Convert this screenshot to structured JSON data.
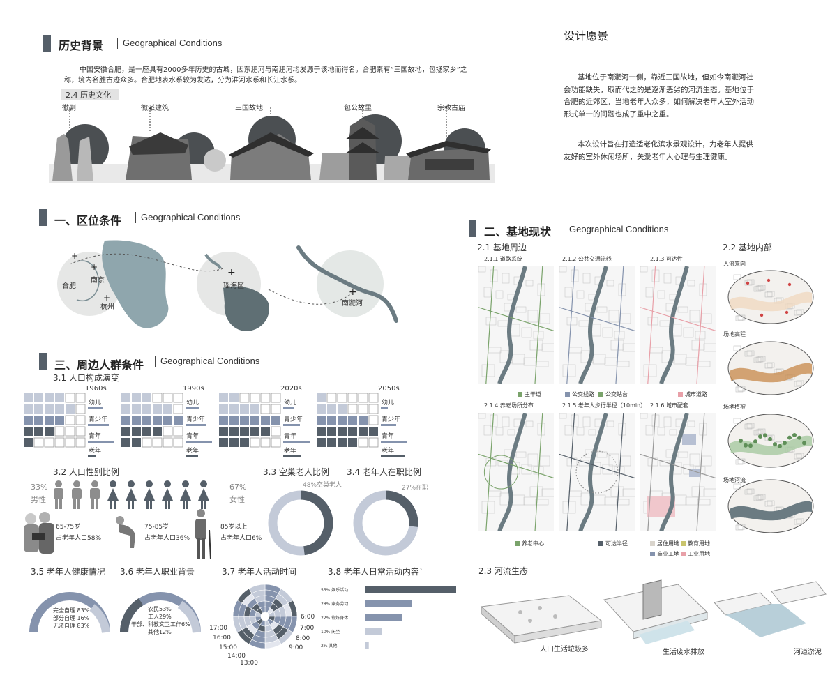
{
  "history": {
    "title": "历史背景",
    "subtitle": "Geographical Conditions",
    "intro": "中国安徽合肥，是一座具有2000多年历史的古城，因东淝河与南淝河均发源于该地而得名。合肥素有“三国故地，包拯家乡”之称，境内名胜古迹众多。合肥地表水系较为发达，分为淮河水系和长江水系。",
    "culture_heading": "2.4 历史文化",
    "culture_items": [
      "徽剧",
      "徽派建筑",
      "三国故地",
      "包公故里",
      "宗教古庙"
    ]
  },
  "vision": {
    "title": "设计愿景",
    "para1": "基地位于南淝河一侧，靠近三国故地，但如今南淝河社会功能缺失，取而代之的是逐渐恶劣的河流生态。基地位于合肥的近郊区，当地老年人众多，如何解决老年人室外活动形式单一的问题也成了重中之重。",
    "para2": "本次设计旨在打造适老化滨水景观设计，为老年人提供友好的室外休闲场所，关爱老年人心理与生理健康。"
  },
  "location": {
    "title": "一、区位条件",
    "subtitle": "Geographical Conditions",
    "labels": [
      "合肥",
      "南京",
      "杭州",
      "瑶海区",
      "南淝河"
    ]
  },
  "population": {
    "title": "三、周边人群条件",
    "subtitle": "Geographical Conditions",
    "s31": "3.1 人口构成演变",
    "decades": [
      "1960s",
      "1990s",
      "2020s",
      "2050s"
    ],
    "groups": [
      "幼儿",
      "青少年",
      "青年",
      "老年"
    ],
    "s32": "3.2 人口性别比例",
    "male_pct": "33%",
    "male_label": "男性",
    "female_pct": "67%",
    "female_label": "女性",
    "male_count": 3,
    "female_count": 6,
    "age_groups": [
      {
        "range": "65-75岁",
        "share": "占老年人口58%"
      },
      {
        "range": "75-85岁",
        "share": "占老年人口36%"
      },
      {
        "range": "85岁以上",
        "share": "占老年人口6%"
      }
    ],
    "s33": "3.3 空巢老人比例",
    "empty_nest_label": "48%空巢老人",
    "empty_nest_value": 0.48,
    "s34": "3.4 老年人在职比例",
    "employed_label": "27%在职",
    "employed_value": 0.27,
    "s35": "3.5 老年人健康情况",
    "health": [
      "完全自理 83%",
      "部分自理 16%",
      "无法自理 83%"
    ],
    "s36": "3.6 老年人职业背景",
    "jobs": [
      "农民53%",
      "工人29%",
      "干部、科教文卫工作6%",
      "其他12%"
    ],
    "s37": "3.7 老年人活动时间",
    "clock_right": [
      "6:00",
      "7:00",
      "8:00",
      "9:00"
    ],
    "clock_left": [
      "17:00",
      "16:00",
      "15:00",
      "14:00",
      "13:00"
    ],
    "s38": "3.8 老年人日常活动内容`"
  },
  "chart_data": {
    "type": "bar",
    "categories": [
      "55% 娱乐活动",
      "28% 家务劳动",
      "22% 锻炼身体",
      "10% 闲坐",
      "2% 其他"
    ],
    "values": [
      55,
      28,
      22,
      10,
      2
    ]
  },
  "site": {
    "title": "二、基地现状",
    "subtitle": "Geographical Conditions",
    "s21": "2.1 基地周边",
    "maps_top": [
      "2.1.1 道路系统",
      "2.1.2 公共交通流线",
      "2.1.3 可达性"
    ],
    "maps_bottom": [
      "2.1.4 养老场所分布",
      "2.1.5 老年人步行半径（10min）",
      "2.1.6 城市配套"
    ],
    "legend_road": "主干道",
    "legend_bus_line": "公交线路",
    "legend_bus_stop": "公交站台",
    "legend_city_road": "城市道路",
    "legend_elder": "养老中心",
    "legend_walk": "可达半径",
    "legend_res": "居住用地",
    "legend_edu": "教育用地",
    "legend_com": "商业工地",
    "legend_ind": "工业用地",
    "s22": "2.2 基地内部",
    "inner": [
      "人流来向",
      "场地高程",
      "场地植被",
      "场地河流"
    ],
    "s23": "2.3 河流生态",
    "eco": [
      "人口生活垃圾多",
      "生活废水排放",
      "河道淤泥"
    ]
  },
  "colors": {
    "dark": "#555f69",
    "mid": "#8593ad",
    "light": "#c3cad8",
    "pale": "#e3e6ee",
    "green": "#7aa36b",
    "pink": "#e8a0a8"
  }
}
